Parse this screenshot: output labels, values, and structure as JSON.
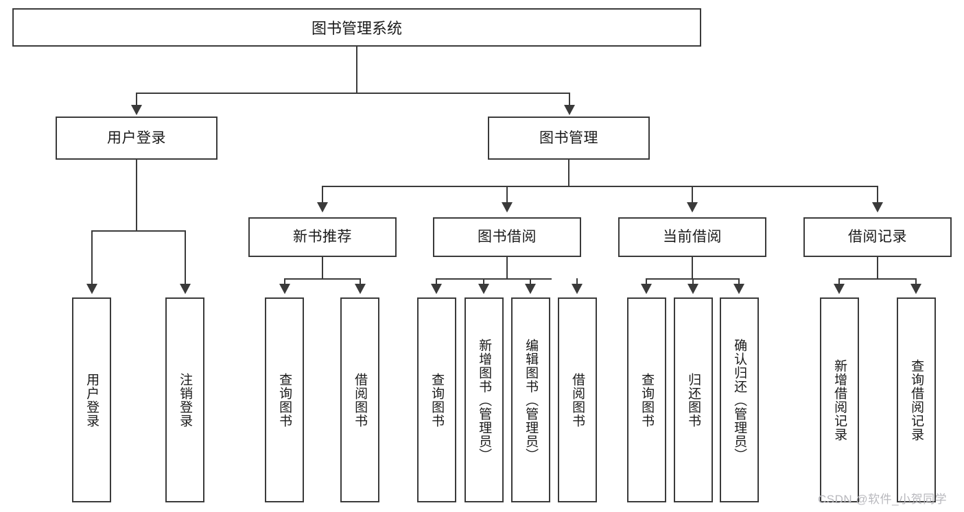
{
  "diagram": {
    "title": "图书管理系统",
    "type": "tree-hierarchy",
    "watermark": "CSDN @软件_小贺同学",
    "colors": {
      "stroke": "#3a3a3a",
      "fill": "#ffffff",
      "text": "#1a1a1a",
      "watermark": "#b8b8bd"
    },
    "root": {
      "label": "图书管理系统"
    },
    "level2": [
      {
        "label": "用户登录"
      },
      {
        "label": "图书管理"
      }
    ],
    "level3": [
      {
        "label": "新书推荐"
      },
      {
        "label": "图书借阅"
      },
      {
        "label": "当前借阅"
      },
      {
        "label": "借阅记录"
      }
    ],
    "leaves": {
      "user_login": [
        {
          "label": "用户登录"
        },
        {
          "label": "注销登录"
        }
      ],
      "new_book_recommend": [
        {
          "label": "查询图书"
        },
        {
          "label": "借阅图书"
        }
      ],
      "book_borrow": [
        {
          "label": "查询图书"
        },
        {
          "label": "新增图书（管理员）"
        },
        {
          "label": "编辑图书（管理员）"
        },
        {
          "label": "借阅图书"
        }
      ],
      "current_borrow": [
        {
          "label": "查询图书"
        },
        {
          "label": "归还图书"
        },
        {
          "label": "确认归还（管理员）"
        }
      ],
      "borrow_record": [
        {
          "label": "新增借阅记录"
        },
        {
          "label": "查询借阅记录"
        }
      ]
    }
  }
}
